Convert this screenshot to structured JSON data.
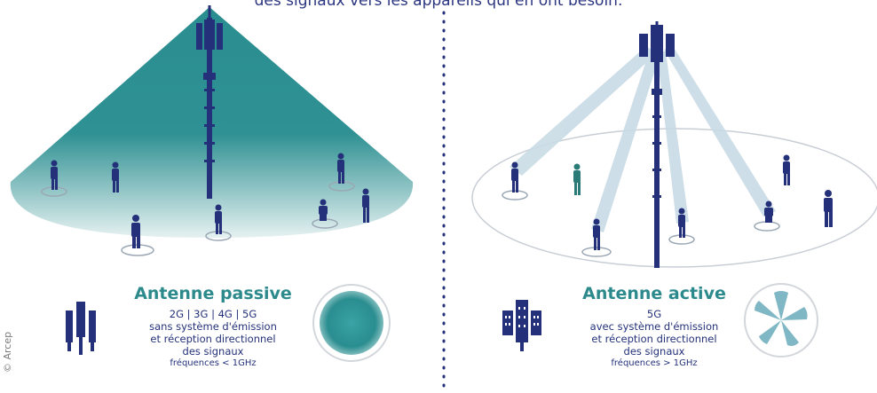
{
  "headline": "des signaux vers les appareils qui en ont besoin.",
  "passive": {
    "title": "Antenne passive",
    "bands": "2G | 3G | 4G | 5G",
    "desc_1": "sans système d'émission",
    "desc_2": "et réception directionnel",
    "desc_3": "des signaux",
    "freq": "fréquences < 1GHz"
  },
  "active": {
    "title": "Antenne active",
    "bands": "5G",
    "desc_1": "avec système d'émission",
    "desc_2": "et réception directionnel",
    "desc_3": "des signaux",
    "freq": "fréquences > 1GHz"
  },
  "credit": "© Arcep",
  "colors": {
    "teal": "#2a8d8f",
    "navy": "#24317a",
    "beam": "#c9dbe6"
  }
}
